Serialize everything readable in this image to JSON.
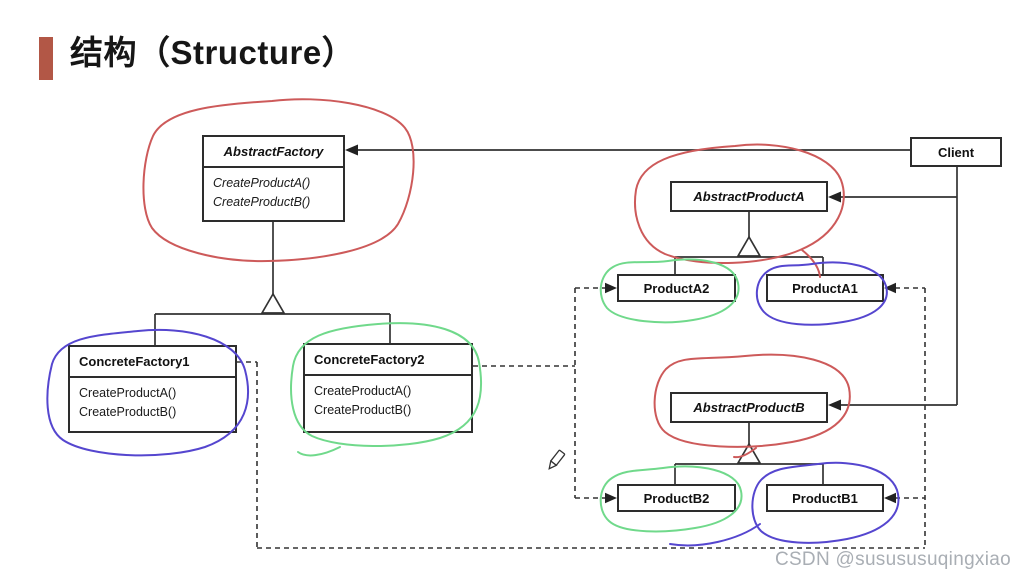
{
  "header": {
    "title": "结构（Structure）",
    "accent_color": "#b25746"
  },
  "diagram": {
    "classes": {
      "abstract_factory": {
        "name": "AbstractFactory",
        "methods": [
          "CreateProductA()",
          "CreateProductB()"
        ]
      },
      "client": {
        "name": "Client"
      },
      "abstract_product_a": {
        "name": "AbstractProductA"
      },
      "product_a2": {
        "name": "ProductA2"
      },
      "product_a1": {
        "name": "ProductA1"
      },
      "abstract_product_b": {
        "name": "AbstractProductB"
      },
      "product_b2": {
        "name": "ProductB2"
      },
      "product_b1": {
        "name": "ProductB1"
      },
      "concrete_factory_1": {
        "name": "ConcreteFactory1",
        "methods": [
          "CreateProductA()",
          "CreateProductB()"
        ]
      },
      "concrete_factory_2": {
        "name": "ConcreteFactory2",
        "methods": [
          "CreateProductA()",
          "CreateProductB()"
        ]
      }
    },
    "annotations": {
      "red": "#cd5a5a",
      "green": "#70d98b",
      "blue": "#5546cf"
    },
    "line_color": "#333333",
    "pencil_icon": "✎"
  },
  "watermark": {
    "text": "CSDN @susususuqingxiao"
  }
}
